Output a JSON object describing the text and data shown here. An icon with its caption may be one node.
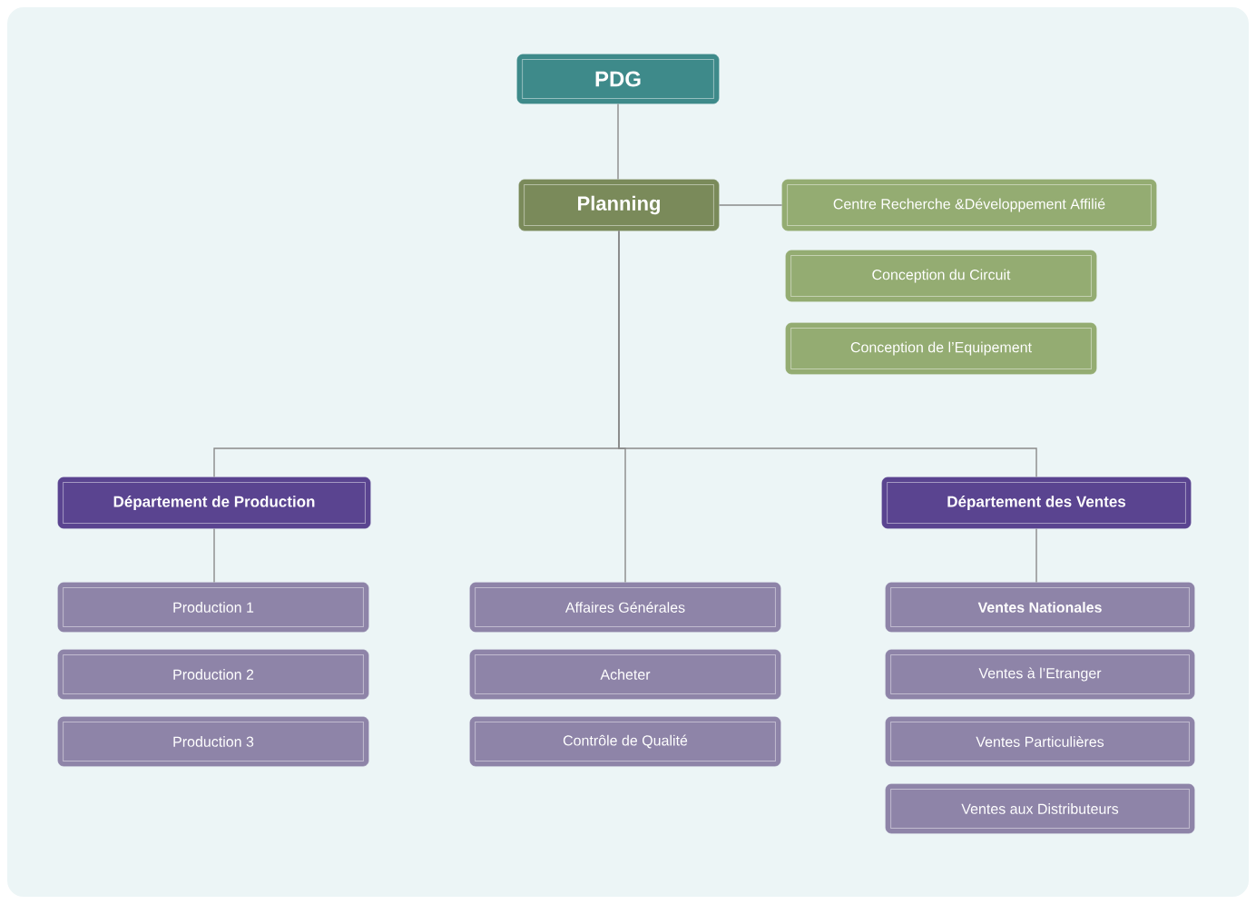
{
  "diagram": {
    "nodes": [
      {
        "text": [
          "PDG"
        ]
      },
      {
        "text": [
          "Planning"
        ]
      },
      {
        "text": [
          "Centre Recherche &Développement Affilié"
        ]
      },
      {
        "text": [
          "Conception du Circuit"
        ]
      },
      {
        "text": [
          "Conception de l’Equipement"
        ]
      },
      {
        "text": [
          "Département de Production"
        ]
      },
      {
        "text": [
          "Département des Ventes"
        ]
      },
      {
        "text": [
          "Production 1"
        ]
      },
      {
        "text": [
          "Production 2"
        ]
      },
      {
        "text": [
          "Production 3"
        ]
      },
      {
        "text": [
          "Affaires Générales"
        ]
      },
      {
        "text": [
          "Acheter"
        ]
      },
      {
        "text": [
          "Contrôle de Qualité"
        ]
      },
      {
        "text": [
          "Ventes Nationales"
        ]
      },
      {
        "text": [
          "Ventes à l’Etranger"
        ]
      },
      {
        "text": [
          "Ventes Particulières"
        ]
      },
      {
        "text": [
          "Ventes aux Distributeurs"
        ]
      }
    ],
    "edges": [
      {
        "from": 0,
        "to": 1,
        "arrow": "none"
      },
      {
        "from": 1,
        "to": 2,
        "arrow": "none"
      },
      {
        "from": 1,
        "to": 5,
        "arrow": "none"
      },
      {
        "from": 1,
        "to": 10,
        "arrow": "none"
      },
      {
        "from": 1,
        "to": 6,
        "arrow": "none"
      },
      {
        "from": 5,
        "to": 7,
        "arrow": "none"
      },
      {
        "from": 6,
        "to": 13,
        "arrow": "none"
      }
    ]
  }
}
